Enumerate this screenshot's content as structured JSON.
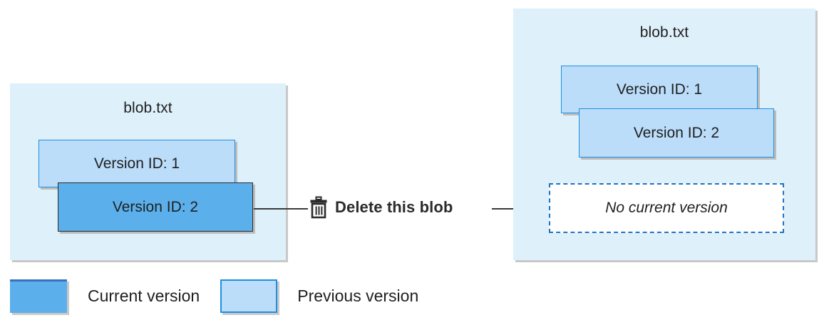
{
  "diagram": {
    "title_before": "blob.txt",
    "title_after": "blob.txt",
    "before_panel": {
      "name": "blob.txt",
      "versions": [
        {
          "label": "Version ID: 1",
          "state": "previous"
        },
        {
          "label": "Version ID: 2",
          "state": "current"
        }
      ]
    },
    "after_panel": {
      "name": "blob.txt",
      "versions": [
        {
          "label": "Version ID: 1",
          "state": "previous"
        },
        {
          "label": "Version ID: 2",
          "state": "previous"
        }
      ],
      "placeholder": "No current version"
    },
    "action": {
      "label": "Delete this blob",
      "icon": "trash-icon"
    },
    "legend": [
      {
        "label": "Current version",
        "swatch": "#5BB0EC"
      },
      {
        "label": "Previous version",
        "swatch": "#BBDDFA"
      }
    ],
    "colors": {
      "panel_background": "#DEF0FA",
      "current_version": "#5BB0EC",
      "previous_version": "#BBDDFA",
      "previous_border": "#1E8FE0",
      "current_border": "#2B2B2B",
      "dashed_border": "#1E74C4",
      "connector": "#3A3A3A",
      "text": "#1F1F1F"
    }
  }
}
